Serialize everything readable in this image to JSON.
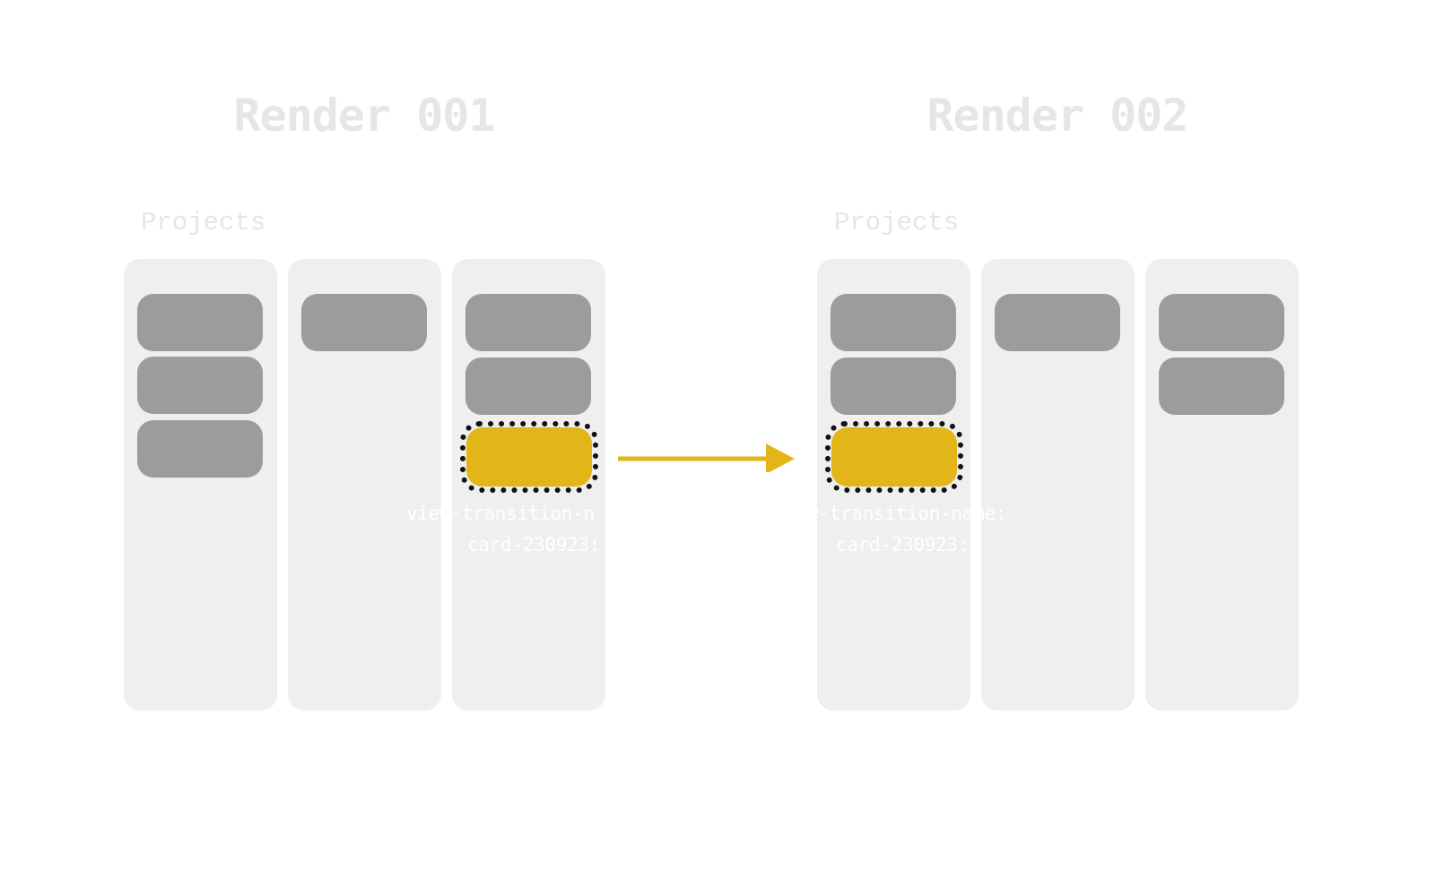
{
  "colors": {
    "accent": "#e2b619",
    "card": "#9c9c9c",
    "column": "#efefef",
    "title": "#e6e6e6"
  },
  "renders": [
    {
      "title": "Render 001",
      "board_label": "Projects",
      "columns": [
        {
          "cards": 3
        },
        {
          "cards": 1
        },
        {
          "cards": 3,
          "highlighted_card": 3
        }
      ],
      "transition_label": [
        "view-transition-n",
        "card-230923:"
      ]
    },
    {
      "title": "Render 002",
      "board_label": "Projects",
      "columns": [
        {
          "cards": 3,
          "highlighted_card": 3
        },
        {
          "cards": 1
        },
        {
          "cards": 2
        }
      ],
      "transition_label": [
        "w-transition-name:",
        "card-230923:"
      ]
    }
  ],
  "connector": "arrow-right"
}
